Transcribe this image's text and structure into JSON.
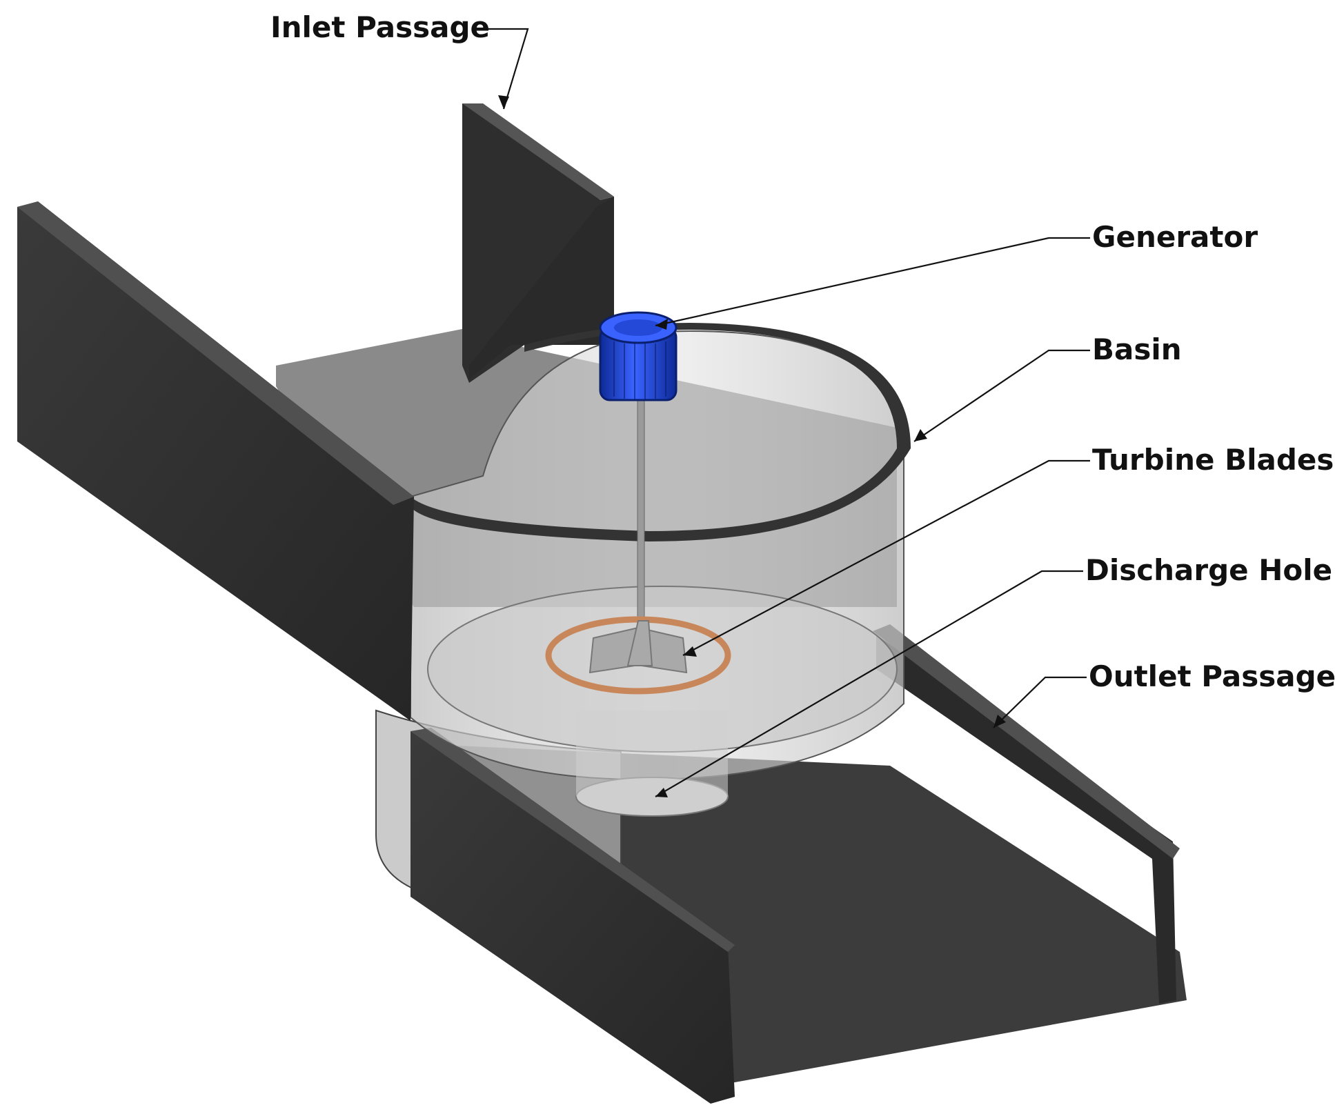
{
  "labels": {
    "inlet": "Inlet Passage",
    "generator": "Generator",
    "basin": "Basin",
    "turbine": "Turbine Blades",
    "discharge": "Discharge Hole",
    "outlet": "Outlet Passage"
  },
  "colors": {
    "wall_dark": "#2f2f2f",
    "wall_top": "#4a4a4a",
    "floor": "#8c8c8c",
    "floor_dark": "#3a3a3a",
    "glass": "#d8d8d8",
    "generator_blue": "#1a3fc4",
    "ring": "#c8875a",
    "leader": "#111111"
  }
}
